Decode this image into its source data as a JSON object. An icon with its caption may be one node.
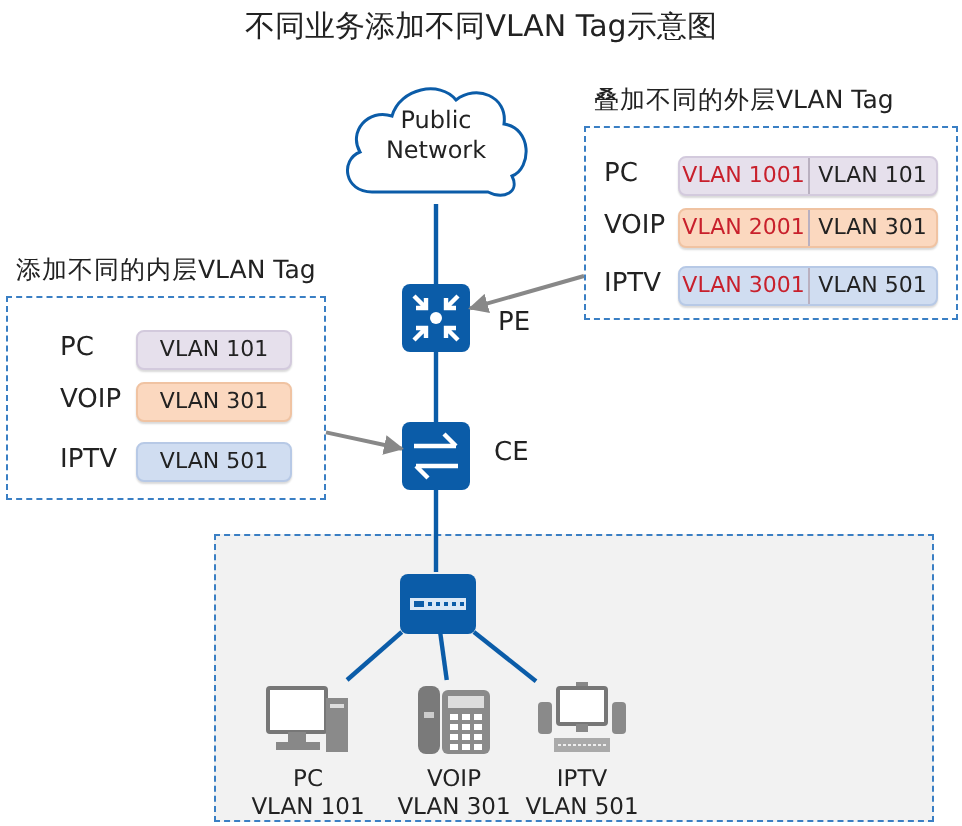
{
  "diagram": {
    "title": "不同业务添加不同VLAN Tag示意图",
    "nodes": [
      {
        "text": [
          "叠加不同的外层VLAN Tag"
        ]
      },
      {
        "text": [
          "VLAN 1001",
          "VLAN 101"
        ],
        "in": 0
      },
      {
        "text": [
          "VLAN 2001",
          "VLAN 301"
        ],
        "in": 0
      },
      {
        "text": [
          "VLAN 3001",
          "VLAN 501"
        ],
        "in": 0
      },
      {
        "text": [
          "Public Network"
        ]
      },
      {
        "text": [
          "添加不同的内层VLAN Tag"
        ]
      },
      {
        "text": [
          "VLAN 101"
        ],
        "in": 5
      },
      {
        "text": [
          "VLAN 301"
        ],
        "in": 5
      },
      {
        "text": [
          "VLAN 501"
        ],
        "in": 5
      },
      {
        "text": [],
        "shape": "picture",
        "beside": [
          "PE"
        ]
      },
      {
        "text": [],
        "shape": "picture",
        "beside": [
          "CE"
        ]
      },
      {
        "text": [],
        "shape": "box"
      },
      {
        "text": [],
        "shape": "picture",
        "in": 11
      },
      {
        "text": [],
        "shape": "picture",
        "in": 11,
        "beside": [
          "PC",
          "VLAN 101"
        ]
      },
      {
        "text": [],
        "shape": "picture",
        "in": 11,
        "beside": [
          "VOIP",
          "VLAN 301"
        ]
      },
      {
        "text": [],
        "shape": "picture",
        "in": 11,
        "beside": [
          "IPTV",
          "VLAN 501"
        ]
      }
    ],
    "edges": [
      {
        "from": 4,
        "to": 9,
        "arrow": "none"
      },
      {
        "from": 0,
        "to": 9,
        "arrow": "to",
        "color": "#888888"
      },
      {
        "from": 9,
        "to": 10,
        "arrow": "none"
      },
      {
        "from": 5,
        "to": 10,
        "arrow": "to",
        "color": "#888888"
      },
      {
        "from": 10,
        "to": 12,
        "arrow": "none"
      },
      {
        "from": 12,
        "to": 13,
        "arrow": "none"
      },
      {
        "from": 12,
        "to": 14,
        "arrow": "none"
      },
      {
        "from": 12,
        "to": 15,
        "arrow": "none"
      }
    ],
    "labels": [
      "PC",
      "VOIP",
      "IPTV",
      "PC",
      "VOIP",
      "IPTV"
    ]
  }
}
